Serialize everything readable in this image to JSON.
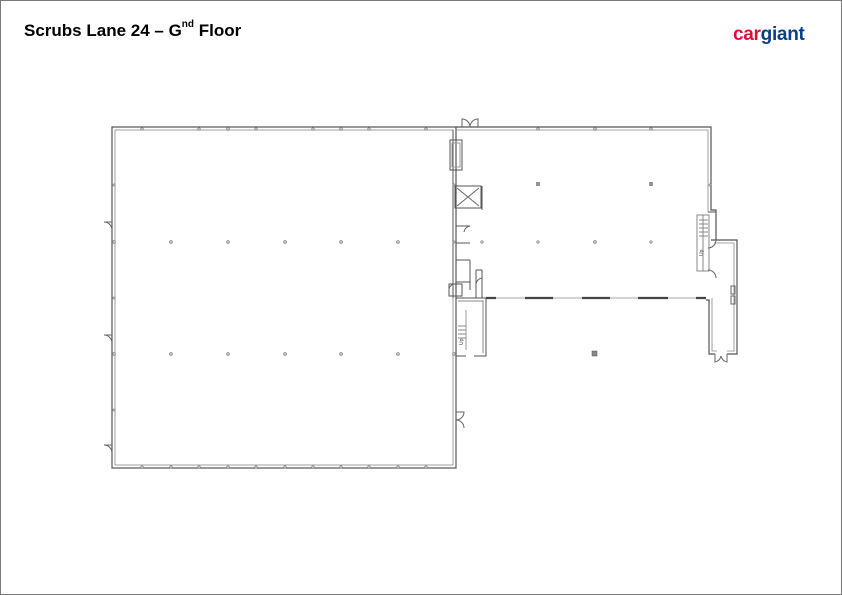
{
  "header": {
    "title_main": "Scrubs Lane 24 – G",
    "title_sup": "nd",
    "title_end": " Floor"
  },
  "logo": {
    "part1": "car",
    "part2": "giant",
    "color1": "#d6143c",
    "color2": "#0b3f8c"
  },
  "plan": {
    "stair_label_1": "Up",
    "stair_label_2": "Up",
    "wall_color": "#555555",
    "line_color": "#9a9a9a"
  }
}
